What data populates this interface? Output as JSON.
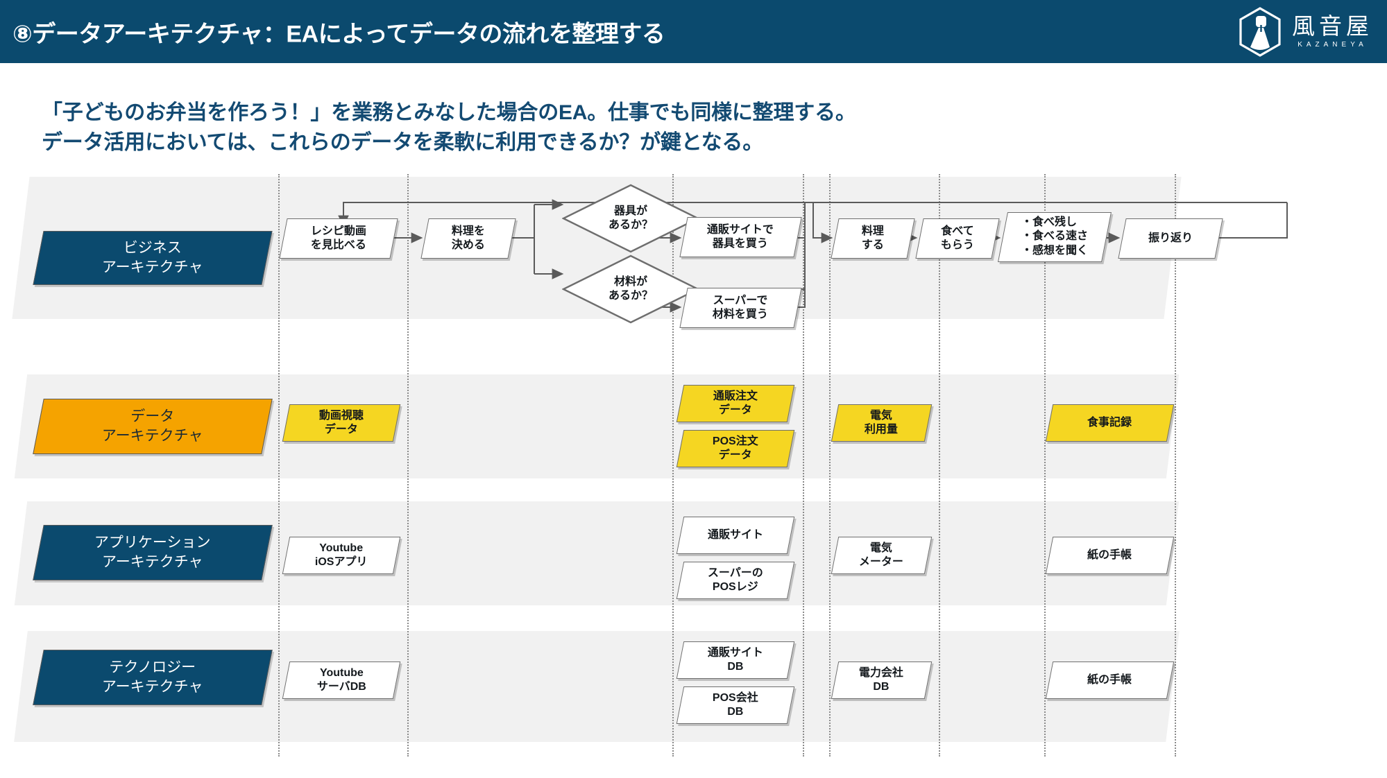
{
  "header": {
    "title": "⑧データアーキテクチャ：EAによってデータの流れを整理する",
    "logo_name": "風音屋",
    "logo_roman": "KAZANEYA",
    "bg_color": "#0b4a6e"
  },
  "lead": {
    "line1": "「子どものお弁当を作ろう！」を業務とみなした場合のEA。仕事でも同様に整理する。",
    "line2": "データ活用においては、これらのデータを柔軟に利用できるか？が鍵となる。",
    "color": "#134a72"
  },
  "colors": {
    "navy": "#0b4a6e",
    "orange": "#f5a300",
    "yellow": "#f5d622",
    "band": "#f1f1f1",
    "line": "#6e6e6e"
  },
  "rows": [
    {
      "id": "business",
      "label": "ビジネス\nアーキテクチャ",
      "label_style": "navy"
    },
    {
      "id": "data",
      "label": "データ\nアーキテクチャ",
      "label_style": "orange"
    },
    {
      "id": "application",
      "label": "アプリケーション\nアーキテクチャ",
      "label_style": "navy"
    },
    {
      "id": "technology",
      "label": "テクノロジー\nアーキテクチャ",
      "label_style": "navy"
    }
  ],
  "business_nodes": {
    "recipe_video": "レシピ動画\nを見比べる",
    "decide_dish": "料理を\n決める",
    "has_tools": "器具が\nあるか？",
    "has_ingredients": "材料が\nあるか？",
    "buy_tools_online": "通販サイトで\n器具を買う",
    "buy_ingredients_super": "スーパーで\n材料を買う",
    "cook": "料理\nする",
    "eat": "食べて\nもらう",
    "feedback": "・食べ残し\n・食べる速さ\n・感想を聞く",
    "review": "振り返り"
  },
  "data_nodes": {
    "video_watch_data": "動画視聴\nデータ",
    "online_order_data": "通販注文\nデータ",
    "pos_order_data": "POS注文\nデータ",
    "electricity_usage": "電気\n利用量",
    "meal_record": "食事記録"
  },
  "application_nodes": {
    "youtube_ios_app": "Youtube\niOSアプリ",
    "online_shop_site": "通販サイト",
    "super_pos_register": "スーパーの\nPOSレジ",
    "electric_meter": "電気\nメーター",
    "paper_notebook": "紙の手帳"
  },
  "technology_nodes": {
    "youtube_server_db": "Youtube\nサーバDB",
    "online_shop_db": "通販サイト\nDB",
    "pos_company_db": "POS会社\nDB",
    "power_company_db": "電力会社\nDB",
    "paper_notebook": "紙の手帳"
  }
}
